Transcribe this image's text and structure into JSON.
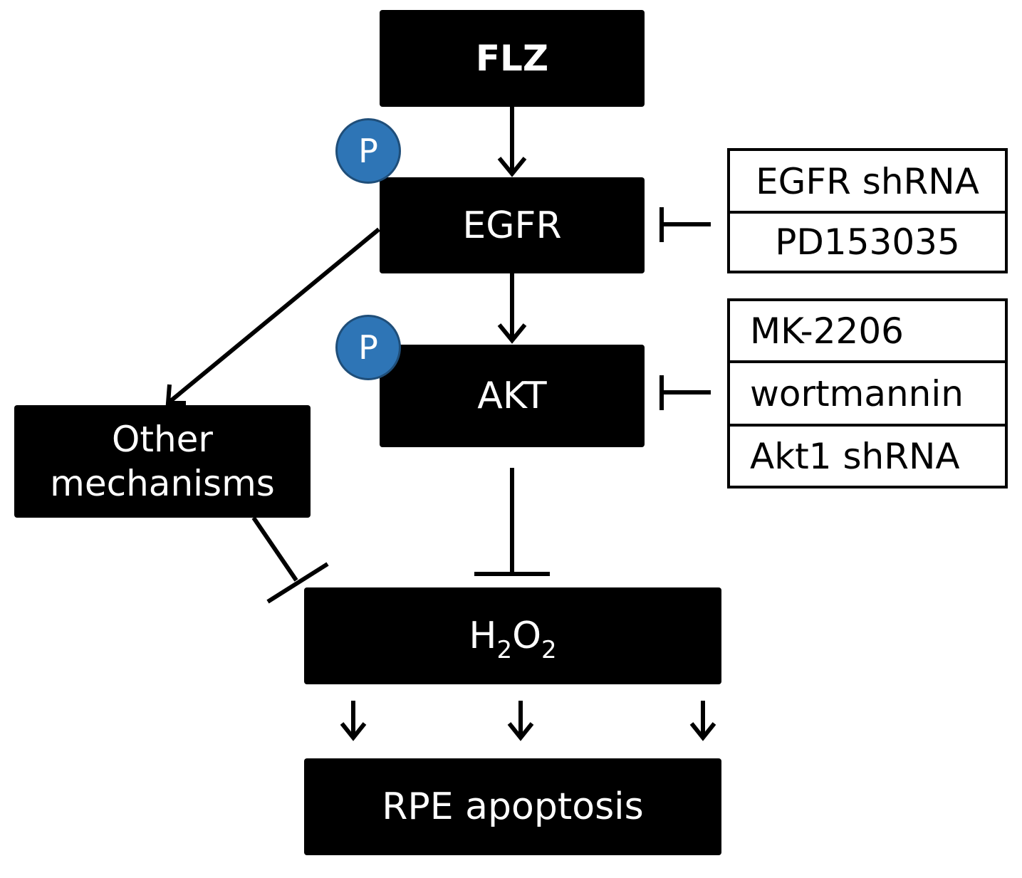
{
  "nodes": {
    "flz": "FLZ",
    "egfr": "EGFR",
    "akt": "AKT",
    "other_line1": "Other",
    "other_line2": "mechanisms",
    "h2o2": {
      "h": "H",
      "sub1": "2",
      "o": "O",
      "sub2": "2"
    },
    "rpe": "RPE apoptosis"
  },
  "phosphorylation_label": "P",
  "inhibitors": {
    "egfr": [
      "EGFR shRNA",
      "PD153035"
    ],
    "akt": [
      "MK-2206",
      "wortmannin",
      "Akt1 shRNA"
    ]
  },
  "edges": [
    {
      "from": "FLZ",
      "to": "EGFR",
      "type": "activation"
    },
    {
      "from": "EGFR",
      "to": "AKT",
      "type": "activation"
    },
    {
      "from": "EGFR",
      "to": "Other mechanisms",
      "type": "activation"
    },
    {
      "from": "AKT",
      "to": "H2O2",
      "type": "inhibition"
    },
    {
      "from": "Other mechanisms",
      "to": "H2O2",
      "type": "inhibition"
    },
    {
      "from": "H2O2",
      "to": "RPE apoptosis",
      "type": "activation"
    },
    {
      "from": "EGFR inhibitors",
      "to": "EGFR",
      "type": "inhibition"
    },
    {
      "from": "AKT inhibitors",
      "to": "AKT",
      "type": "inhibition"
    }
  ]
}
